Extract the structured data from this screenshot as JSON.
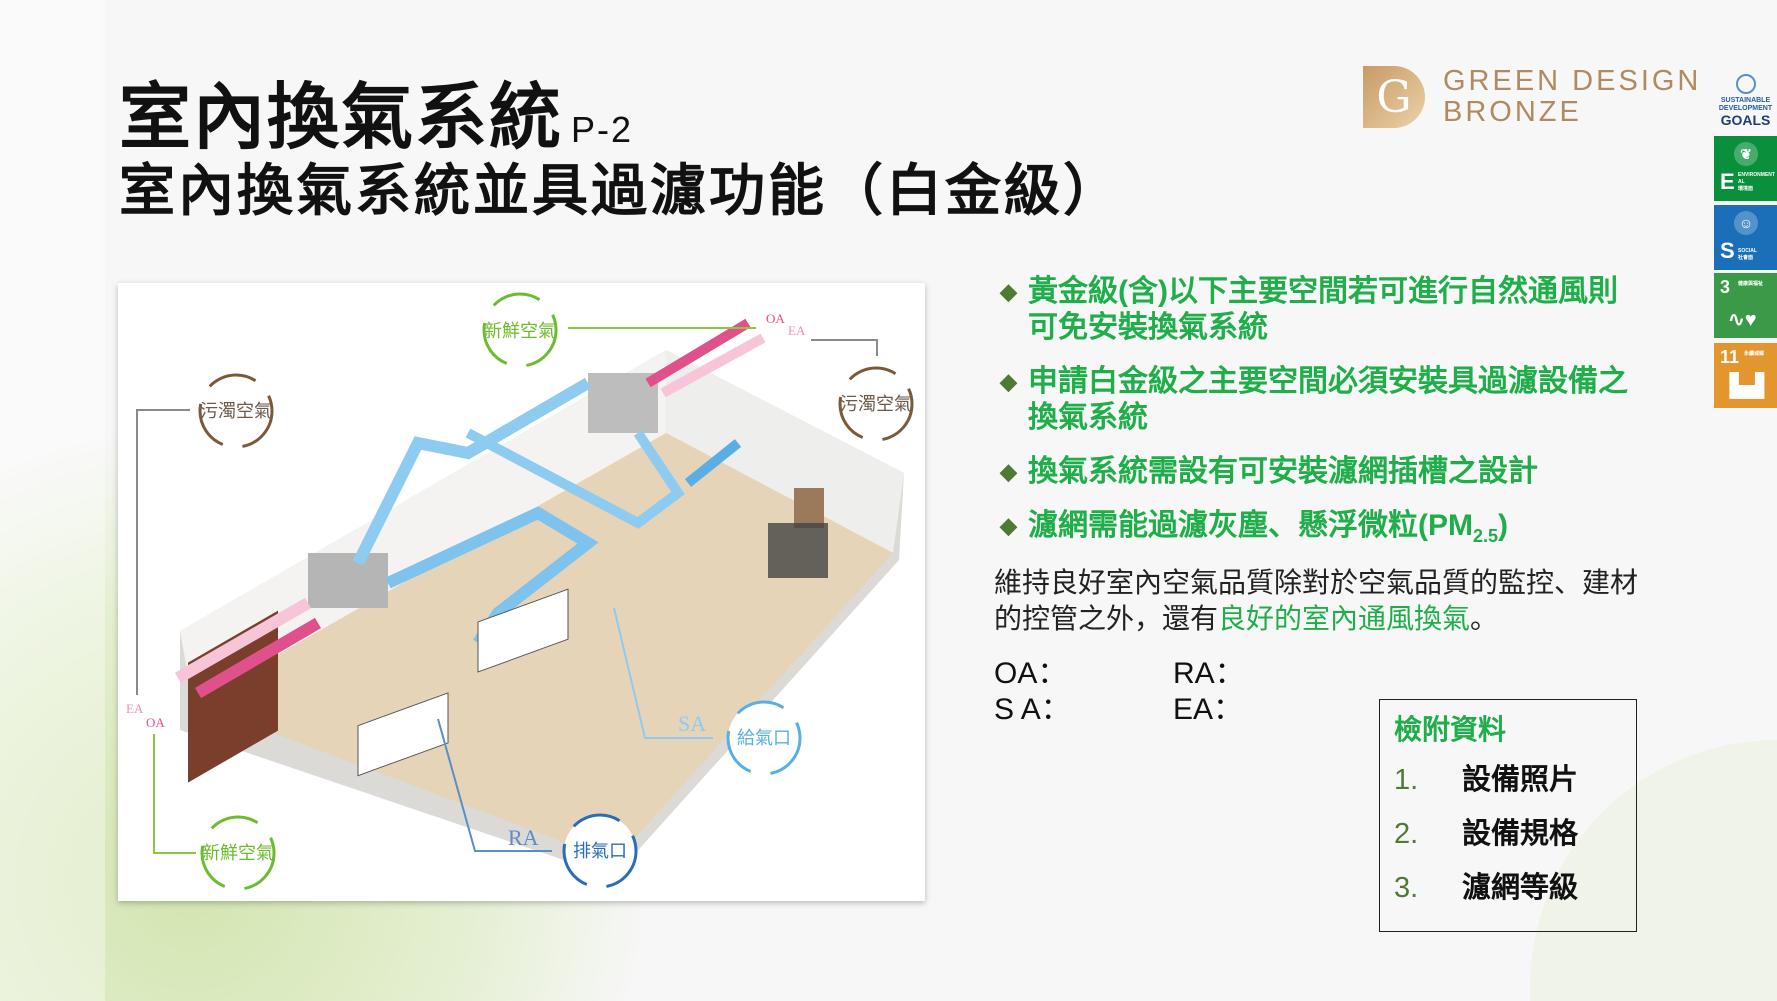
{
  "header": {
    "title": "室內換氣系統",
    "page": "P-2",
    "subtitle": "室內換氣系統並具過濾功能（白金級）"
  },
  "logo": {
    "line1": "GREEN DESIGN",
    "line2": "BRONZE",
    "mark": "G"
  },
  "sdg": {
    "goals_line1": "SUSTAINABLE",
    "goals_line2": "DEVELOPMENT",
    "goals_line3": "GOALS",
    "tiles": [
      {
        "big": "E",
        "en": "ENVIRONMENTAL",
        "zh": "環境面",
        "color": "#0a8f3c"
      },
      {
        "big": "S",
        "en": "SOCIAL",
        "zh": "社會面",
        "color": "#1a6fb8"
      },
      {
        "big": "3",
        "zh": "健康與福祉",
        "color": "#3a9a47"
      },
      {
        "big": "11",
        "zh": "永續城鄉",
        "color": "#e4962e"
      }
    ]
  },
  "diagram": {
    "fresh_air": "新鮮空氣",
    "dirty_air": "污濁空氣",
    "supply_vent": "給氣口",
    "exhaust_vent": "排氣口",
    "oa": "OA",
    "ea": "EA",
    "sa": "SA",
    "ra": "RA"
  },
  "bullets": [
    {
      "text": "黃金級(含)以下主要空間若可進行自然通風則可免安裝換氣系統"
    },
    {
      "text": "申請白金級之主要空間必須安裝具過濾設備之換氣系統"
    },
    {
      "text": "換氣系統需設有可安裝濾網插槽之設計"
    },
    {
      "text": "濾網需能過濾灰塵、懸浮微粒(PM",
      "sub": "2.5",
      "tail": ")"
    }
  ],
  "paragraph": {
    "part1": "維持良好室內空氣品質除對於空氣品質的監控、建材的控管之外，還有",
    "highlight": "良好的室內通風換氣",
    "part2": "。"
  },
  "abbreviations": {
    "oa": "OA：",
    "sa": "S A：",
    "ra": "RA：",
    "ea": "EA："
  },
  "attachments": {
    "title": "檢附資料",
    "items": [
      {
        "n": "1.",
        "label": "設備照片"
      },
      {
        "n": "2.",
        "label": "設備規格"
      },
      {
        "n": "3.",
        "label": "濾網等級"
      }
    ]
  },
  "colors": {
    "green": "#1fae4a",
    "diamond": "#4f7a33",
    "fresh": "#6dbb2e",
    "dirty": "#7a5a3a",
    "supply": "#5aaee6",
    "exhaust": "#2b6cb8",
    "pink": "#e0508a"
  }
}
